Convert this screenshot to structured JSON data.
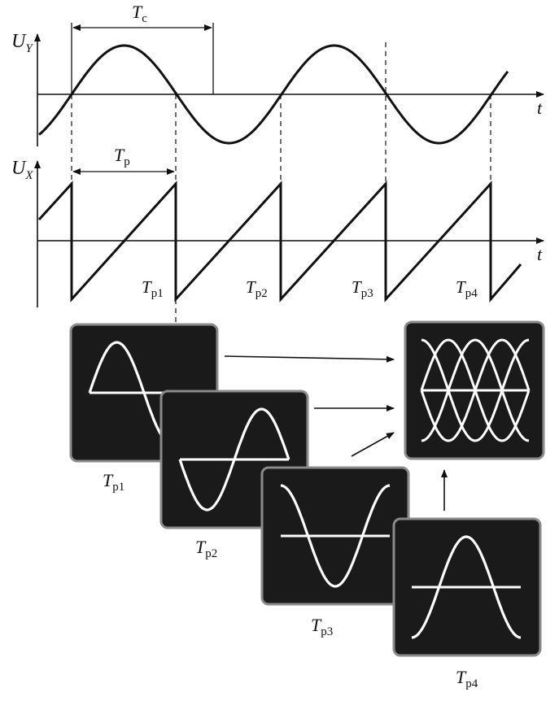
{
  "colors": {
    "ink": "#111111",
    "screen_bg": "#1a1a1a",
    "screen_border": "#8a8a8a",
    "trace": "#ffffff"
  },
  "labels": {
    "uy_main": "U",
    "uy_sub": "Y",
    "ux_main": "U",
    "ux_sub": "X",
    "t_axis_top": "t",
    "t_axis_bottom": "t",
    "tc_main": "T",
    "tc_sub": "c",
    "tp_main": "T",
    "tp_sub": "p"
  },
  "sweeps": [
    {
      "main": "T",
      "sub": "p1"
    },
    {
      "main": "T",
      "sub": "p2"
    },
    {
      "main": "T",
      "sub": "p3"
    },
    {
      "main": "T",
      "sub": "p4"
    }
  ],
  "screen_captions": [
    {
      "main": "T",
      "sub": "p1"
    },
    {
      "main": "T",
      "sub": "p2"
    },
    {
      "main": "T",
      "sub": "p3"
    },
    {
      "main": "T",
      "sub": "p4"
    }
  ],
  "icons": {
    "arrow": "arrow-icon",
    "screen": "oscilloscope-screen-icon"
  }
}
